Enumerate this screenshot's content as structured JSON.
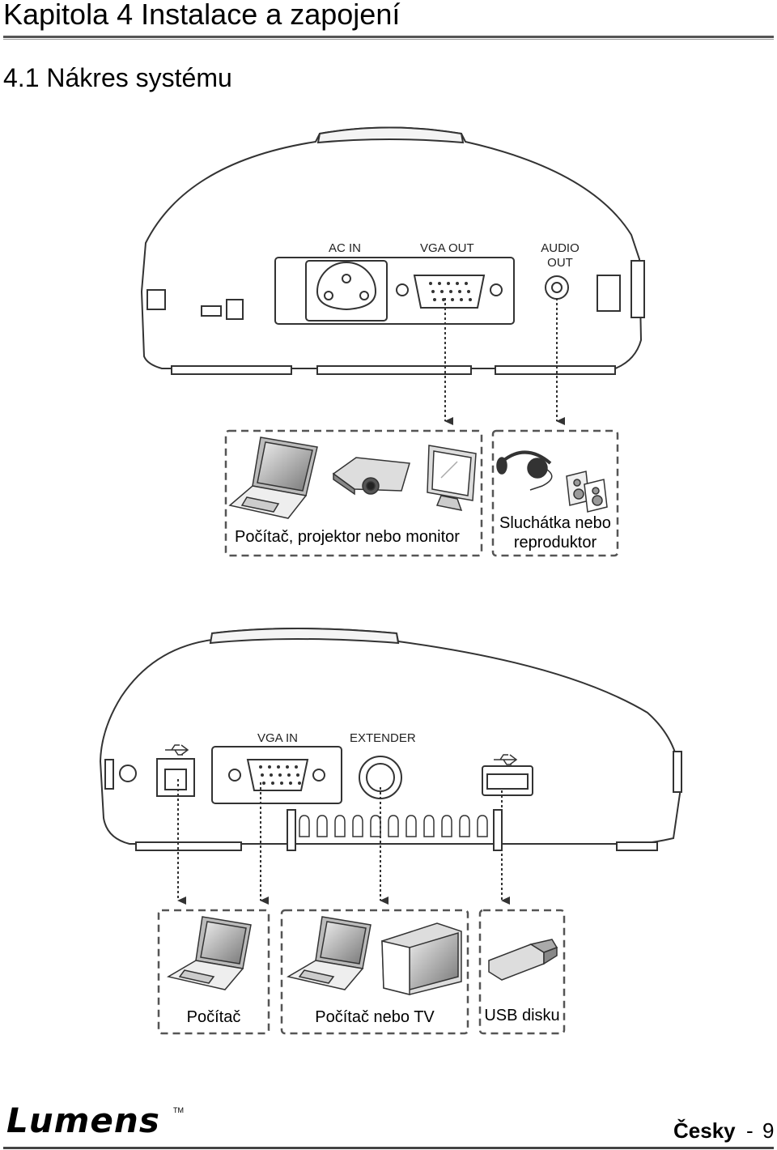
{
  "document": {
    "chapter_title": "Kapitola 4 Instalace a zapojení",
    "section_title": "4.1 Nákres systému"
  },
  "top_device": {
    "port_ac_in": "AC IN",
    "port_vga_out": "VGA OUT",
    "port_audio_out_line1": "AUDIO",
    "port_audio_out_line2": "OUT"
  },
  "top_targets": {
    "display_group_label": "Počítač, projektor nebo monitor",
    "audio_group_label_line1": "Sluchátka nebo",
    "audio_group_label_line2": "reproduktor"
  },
  "bottom_device": {
    "port_vga_in": "VGA IN",
    "port_extender": "EXTENDER"
  },
  "bottom_targets": {
    "computer_label": "Počítač",
    "computer_tv_label": "Počítač nebo TV",
    "usb_label": "USB disku"
  },
  "footer": {
    "logo_text": "Lumens",
    "logo_tm": "TM",
    "language": "Česky",
    "separator": "-",
    "page_number": "9"
  }
}
